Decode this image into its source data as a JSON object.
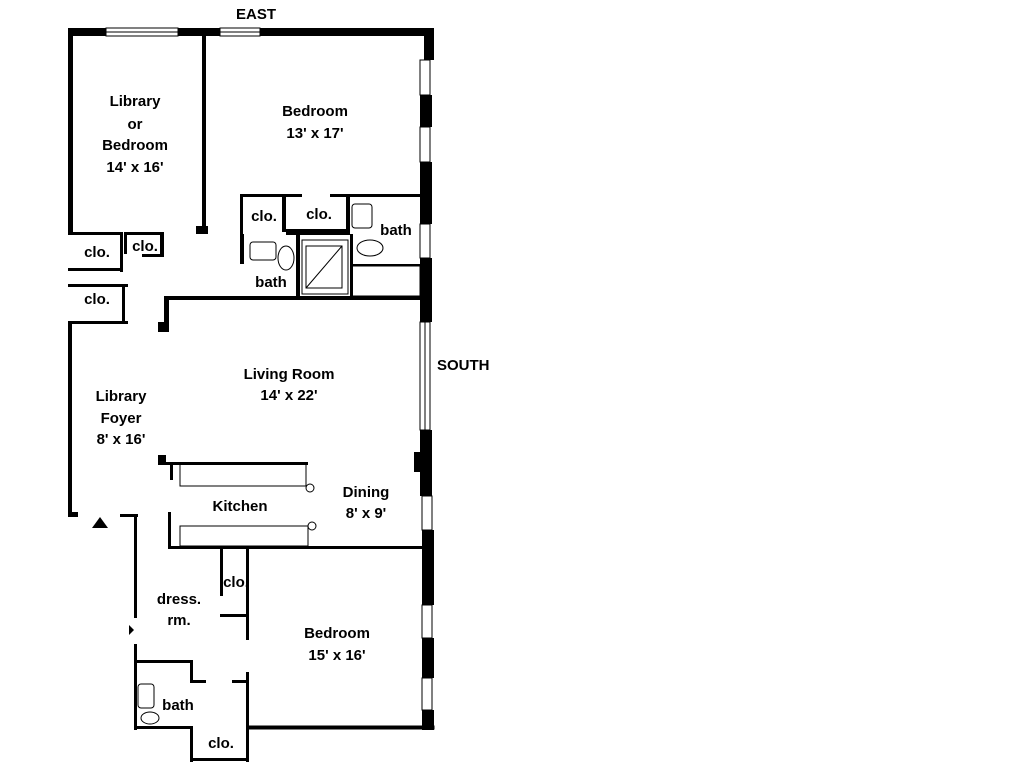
{
  "compass": {
    "east": "EAST",
    "south": "SOUTH"
  },
  "rooms": {
    "library_bedroom": {
      "line1": "Library",
      "line2": "or",
      "line3": "Bedroom",
      "dims": "14' x 16'"
    },
    "bedroom_1": {
      "name": "Bedroom",
      "dims": "13' x 17'"
    },
    "living_room": {
      "name": "Living Room",
      "dims": "14' x 22'"
    },
    "library_foyer": {
      "line1": "Library",
      "line2": "Foyer",
      "dims": "8' x 16'"
    },
    "kitchen": {
      "name": "Kitchen"
    },
    "dining": {
      "name": "Dining",
      "dims": "8' x 9'"
    },
    "dressing_room": {
      "line1": "dress.",
      "line2": "rm."
    },
    "bedroom_2": {
      "name": "Bedroom",
      "dims": "15' x 16'"
    }
  },
  "closets": {
    "clo_1": "clo.",
    "clo_2": "clo.",
    "clo_3": "clo.",
    "clo_4": "clo.",
    "clo_5": "clo.",
    "clo_6": "clo.",
    "clo_7": "clo."
  },
  "baths": {
    "bath_1": "bath",
    "bath_2": "bath",
    "bath_3": "bath"
  },
  "colors": {
    "wall": "#000000",
    "background": "#ffffff"
  },
  "icons": {
    "entrance": "entrance-triangle-icon",
    "door_marker": "door-arrow-icon"
  }
}
